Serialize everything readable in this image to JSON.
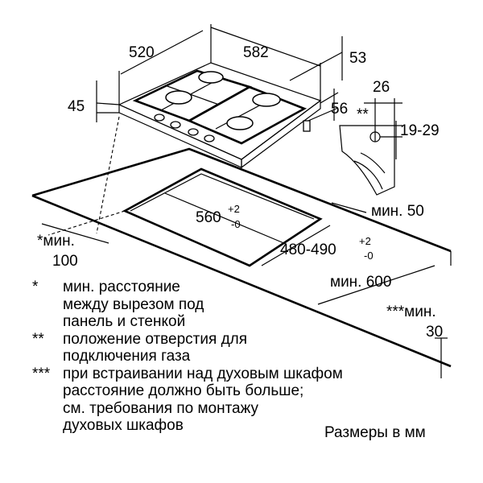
{
  "dimensions": {
    "width_520": "520",
    "width_582": "582",
    "depth_53": "53",
    "height_45": "45",
    "gas_26": "26",
    "gas_56": "56",
    "gas_mark": "**",
    "gas_19_29": "19-29",
    "cutout_width_base": "560",
    "cutout_width_tol_plus": "+2",
    "cutout_width_tol_minus": "-0",
    "cutout_depth_base": "480-490",
    "cutout_depth_tol_plus": "+2",
    "cutout_depth_tol_minus": "-0",
    "min_50": "мин. 50",
    "min_100_line1": "*мин.",
    "min_100_line2": "100",
    "min_600": "мин. 600",
    "min_30_line1": "***мин.",
    "min_30_line2": "30"
  },
  "notes": [
    {
      "mark": "*",
      "text": "мин. расстояние\nмежду вырезом под\nпанель и стенкой"
    },
    {
      "mark": "**",
      "text": "положение отверстия для\nподключения газа"
    },
    {
      "mark": "***",
      "text": "при встраивании над духовым шкафом\nрасстояние должно быть больше;\nсм. требования по монтажу\nдуховых шкафов"
    }
  ],
  "units_label": "Размеры в мм",
  "colors": {
    "line": "#000000",
    "background": "#ffffff"
  }
}
